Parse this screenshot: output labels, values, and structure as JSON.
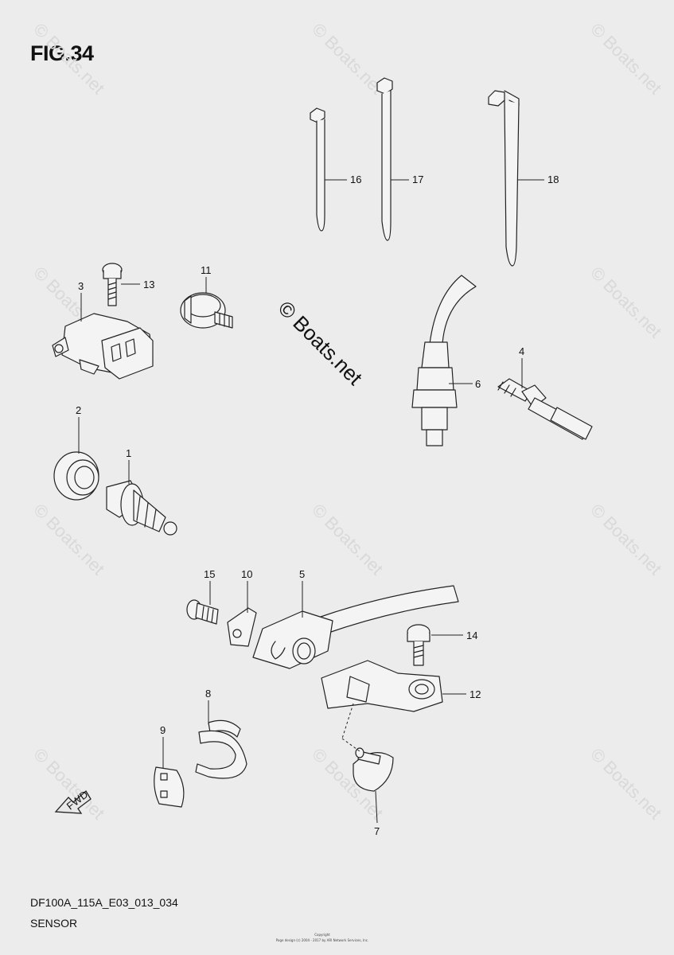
{
  "figure": {
    "title": "FIG.34",
    "code": "DF100A_115A_E03_013_034",
    "name": "SENSOR"
  },
  "watermark": {
    "text": "© Boats.net"
  },
  "fwd_arrow": {
    "label": "FWD"
  },
  "copyright": {
    "line1": "Copyright",
    "line2": "Page design (c) 2004 - 2017 by ARI Network Services, Inc."
  },
  "callouts": {
    "p1": "1",
    "p2": "2",
    "p3": "3",
    "p4": "4",
    "p5": "5",
    "p6": "6",
    "p7": "7",
    "p8": "8",
    "p9": "9",
    "p10": "10",
    "p11": "11",
    "p12": "12",
    "p13": "13",
    "p14": "14",
    "p15": "15",
    "p16": "16",
    "p17": "17",
    "p18": "18"
  }
}
